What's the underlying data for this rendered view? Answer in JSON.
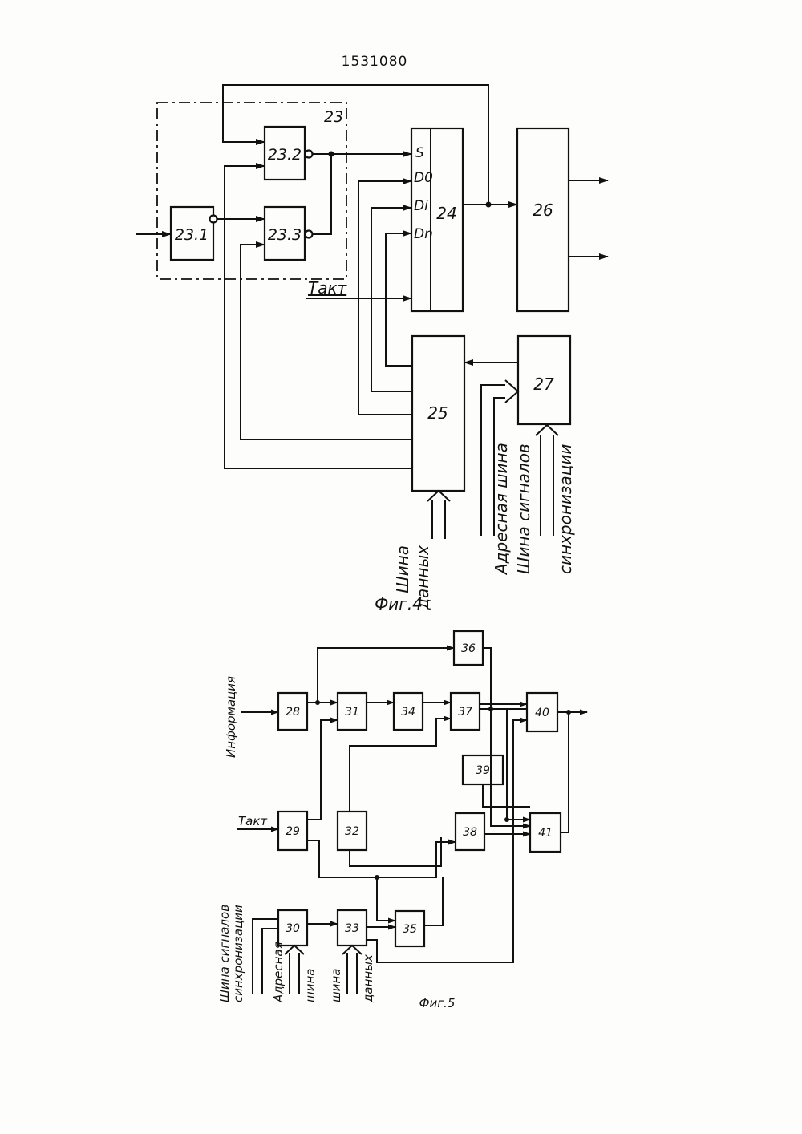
{
  "header": {
    "patent_number": "1531080"
  },
  "fig4": {
    "caption": "Фиг.4",
    "group_label": "23",
    "blocks": {
      "b23_1": "23.1",
      "b23_2": "23.2",
      "b23_3": "23.3",
      "b24": "24",
      "b25": "25",
      "b26": "26",
      "b27": "27"
    },
    "pins": {
      "s": "S",
      "d0": "D0",
      "di": "Di",
      "dn": "Dn"
    },
    "inputs": {
      "clock": "Такт",
      "data_bus_1": "Шина",
      "data_bus_2": "данных",
      "address_bus_1": "Адресная шина",
      "signal_bus_1": "Шина сигналов",
      "signal_bus_2": "синхронизации"
    }
  },
  "fig5": {
    "caption": "Фиг.5",
    "blocks": {
      "b28": "28",
      "b29": "29",
      "b30": "30",
      "b31": "31",
      "b32": "32",
      "b33": "33",
      "b34": "34",
      "b35": "35",
      "b36": "36",
      "b37": "37",
      "b38": "38",
      "b39": "39",
      "b40": "40",
      "b41": "41"
    },
    "inputs": {
      "info": "Информация",
      "clock": "Такт",
      "signal_bus_1": "Шина сигналов",
      "signal_bus_2": "синхронизации",
      "address_bus_1": "Адресная",
      "address_bus_2": "шина",
      "data_bus_1": "шина",
      "data_bus_2": "данных"
    }
  }
}
